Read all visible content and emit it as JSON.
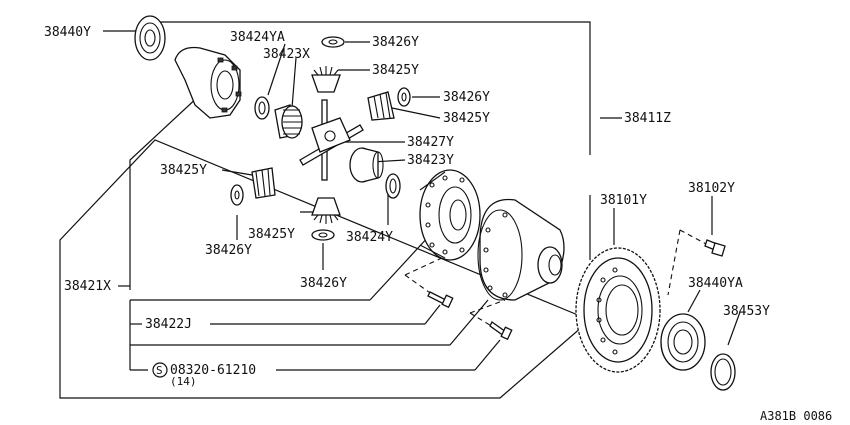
{
  "labels": {
    "p38440Y": "38440Y",
    "p38424YA": "38424YA",
    "p38426Y_top": "38426Y",
    "p38423X": "38423X",
    "p38425Y_top": "38425Y",
    "p38426Y_right": "38426Y",
    "p38425Y_right": "38425Y",
    "p38411Z": "38411Z",
    "p38427Y": "38427Y",
    "p38423Y": "38423Y",
    "p38425Y_left": "38425Y",
    "p38102Y": "38102Y",
    "p38101Y": "38101Y",
    "p38425Y_bottom": "38425Y",
    "p38424Y": "38424Y",
    "p38426Y_left": "38426Y",
    "p38421X": "38421X",
    "p38426Y_bottom": "38426Y",
    "p38440YA": "38440YA",
    "p38453Y": "38453Y",
    "p38422J": "38422J",
    "bolt_symbol": "S",
    "bolt_part": "08320-61210",
    "bolt_qty": "(14)",
    "figure_ref": "A381B 0086"
  }
}
